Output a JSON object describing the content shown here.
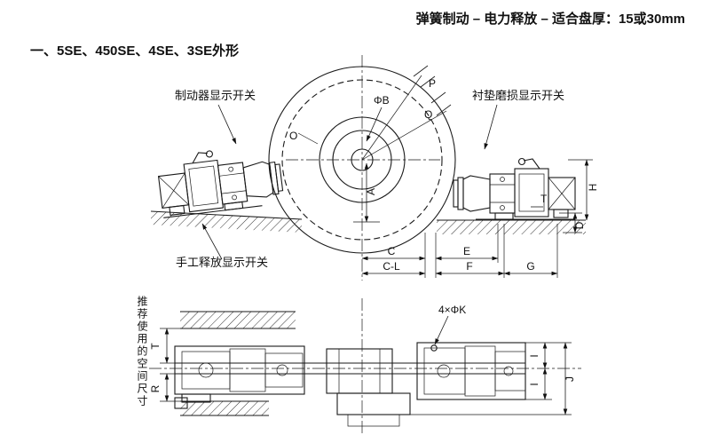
{
  "header": {
    "title": "弹簧制动 – 电力释放 – 适合盘厚：15或30mm"
  },
  "section": {
    "heading": "一、5SE、450SE、4SE、3SE外形"
  },
  "callouts": {
    "brake_switch": "制动器显示开关",
    "wear_switch": "衬垫磨损显示开关",
    "manual_release_switch": "手工释放显示开关",
    "space_note": "推荐使用的空间尺寸",
    "bolt_holes": "4×ΦK"
  },
  "dims": {
    "p": "P",
    "q": "Q",
    "o": "O",
    "phi_b": "ΦB",
    "a": "A",
    "h": "H",
    "t_right": "T",
    "d": "D",
    "c": "C",
    "e": "E",
    "c_l": "C-L",
    "f": "F",
    "g": "G",
    "t_left": "T",
    "r": "R",
    "i_top": "I",
    "i_bot": "I",
    "j": "J"
  }
}
